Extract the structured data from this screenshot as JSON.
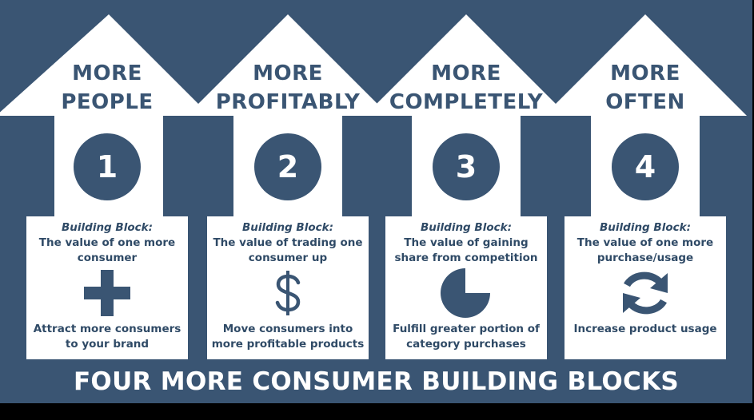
{
  "colors": {
    "background": "#3a5573",
    "panel": "#ffffff",
    "text_dark": "#2f4a66",
    "outer": "#000000"
  },
  "blocks": [
    {
      "title_line1": "MORE",
      "title_line2": "PEOPLE",
      "number": "1",
      "label": "Building Block:",
      "value_line1": "The value of one more",
      "value_line2": "consumer",
      "icon": "plus-icon",
      "action_line1": "Attract more consumers",
      "action_line2": "to your brand"
    },
    {
      "title_line1": "MORE",
      "title_line2": "PROFITABLY",
      "number": "2",
      "label": "Building Block:",
      "value_line1": "The value of trading one",
      "value_line2": "consumer up",
      "icon": "dollar-icon",
      "action_line1": "Move consumers into",
      "action_line2": "more profitable products"
    },
    {
      "title_line1": "MORE",
      "title_line2": "COMPLETELY",
      "number": "3",
      "label": "Building Block:",
      "value_line1": "The value of gaining",
      "value_line2": "share from competition",
      "icon": "pie-chart-icon",
      "action_line1": "Fulfill greater portion of",
      "action_line2": "category purchases"
    },
    {
      "title_line1": "MORE",
      "title_line2": "OFTEN",
      "number": "4",
      "label": "Building Block:",
      "value_line1": "The value of one more",
      "value_line2": "purchase/usage",
      "icon": "refresh-icon",
      "action_line1": "Increase product usage",
      "action_line2": ""
    }
  ],
  "footer": {
    "title": "FOUR MORE CONSUMER BUILDING BLOCKS"
  }
}
